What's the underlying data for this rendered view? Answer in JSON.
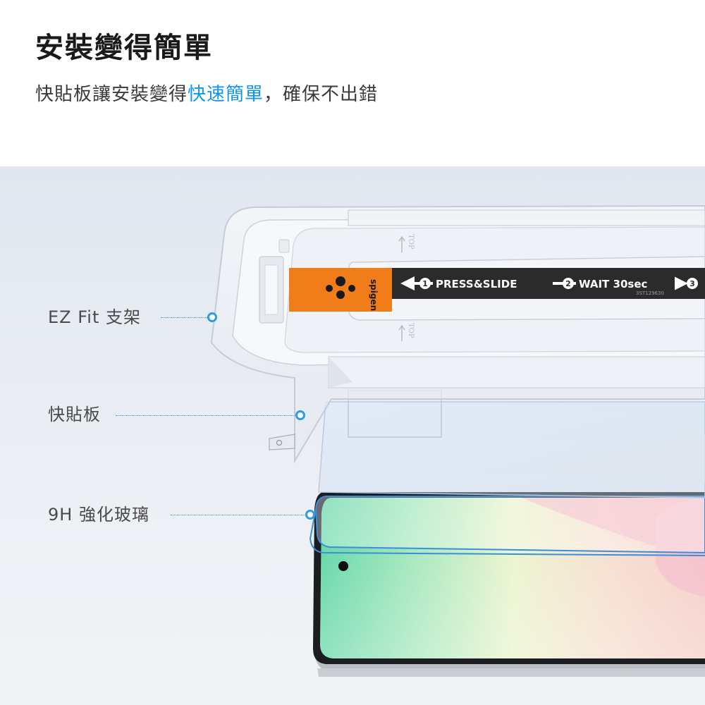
{
  "header": {
    "title": "安裝變得簡單",
    "subtitle_before": "快貼板讓安裝變得",
    "subtitle_highlight": "快速簡單",
    "subtitle_after": "，確保不出錯"
  },
  "callouts": [
    {
      "label": "EZ Fit 支架"
    },
    {
      "label": "快貼板"
    },
    {
      "label": "9H 強化玻璃"
    }
  ],
  "tray": {
    "brand": "spigen",
    "instruction_1": "PRESS&SLIDE",
    "instruction_2": "WAIT 30sec",
    "step_1": "1",
    "step_2": "2",
    "step_3": "3",
    "serial": "3ST129630",
    "top_marker": "TOP"
  },
  "colors": {
    "accent_blue": "#1196e8",
    "brand_orange": "#f07d1a",
    "label_band": "#2b2b2b",
    "callout_blue": "#2f9be0"
  }
}
